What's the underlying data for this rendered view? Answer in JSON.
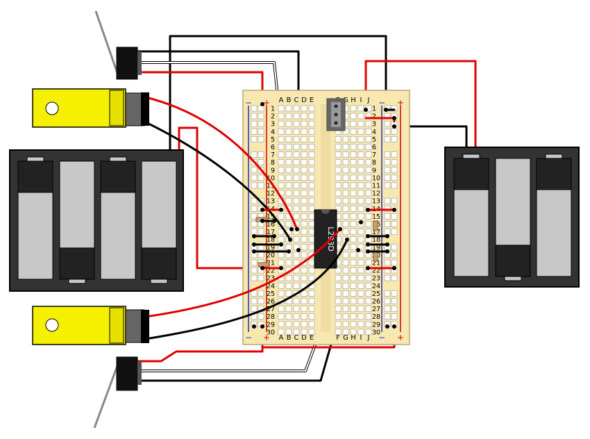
{
  "breadboard": {
    "columns_left": [
      "A",
      "B",
      "C",
      "D",
      "E"
    ],
    "columns_right": [
      "F",
      "G",
      "H",
      "I",
      "J"
    ],
    "rows": [
      "1",
      "2",
      "3",
      "4",
      "5",
      "6",
      "7",
      "8",
      "9",
      "10",
      "11",
      "12",
      "13",
      "14",
      "15",
      "16",
      "17",
      "18",
      "19",
      "20",
      "21",
      "22",
      "23",
      "24",
      "25",
      "26",
      "27",
      "28",
      "29",
      "30"
    ],
    "plus_sign": "+",
    "minus_sign": "−"
  },
  "ic": {
    "label": "L293D"
  },
  "colors": {
    "board": "#f7e8b0",
    "board_edge": "#b8a77a",
    "wire_red": "#e00000",
    "wire_black": "#000000",
    "wire_white": "#ffffff",
    "motor_yellow": "#f5f000",
    "rail_red": "#d00000",
    "rail_blue": "#2030c0",
    "battery_case": "#333333",
    "cell_gray": "#c8c8c8",
    "cell_dark": "#222222",
    "chip": "#222222"
  },
  "components": {
    "motor_top": "dc-motor",
    "motor_bottom": "dc-motor",
    "battery_left": "4xAA-battery-holder",
    "battery_right": "3xAA-battery-holder",
    "switch_top": "slide-switch",
    "switch_bottom": "slide-switch",
    "header": "3-pin-header"
  }
}
